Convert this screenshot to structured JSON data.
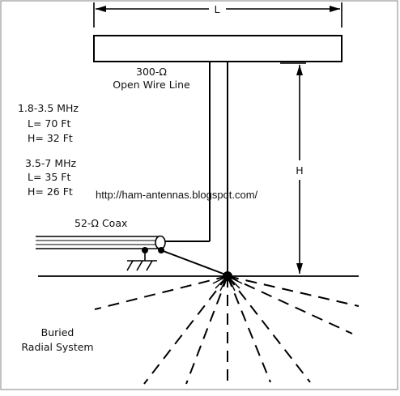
{
  "dimension_labels": {
    "length": "L",
    "height": "H"
  },
  "feedline": {
    "line1": "300-Ω",
    "line2": "Open Wire Line"
  },
  "band1": {
    "range": "1.8-3.5 MHz",
    "length": "L= 70 Ft",
    "height": "H= 32 Ft"
  },
  "band2": {
    "range": "3.5-7 MHz",
    "length": "L= 35 Ft",
    "height": "H= 26 Ft"
  },
  "watermark": "http://ham-antennas.blogspot.com/",
  "coax": "52-Ω Coax",
  "radials": {
    "line1": "Buried",
    "line2": "Radial System"
  }
}
